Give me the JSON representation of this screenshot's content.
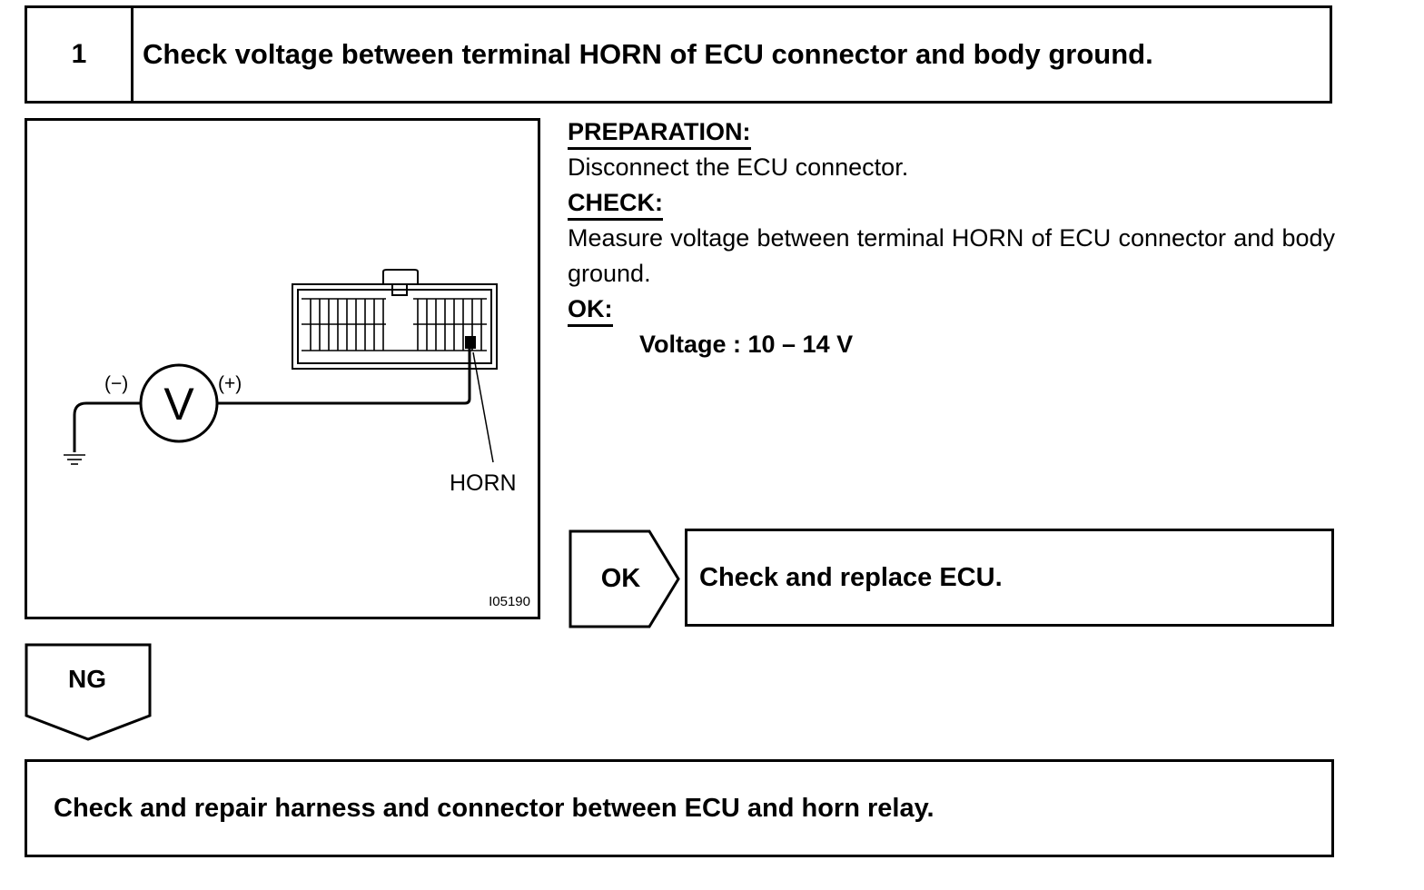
{
  "step": {
    "number": "1",
    "title": "Check voltage between terminal HORN of ECU connector and body ground."
  },
  "figure": {
    "meter_symbol": "V",
    "minus_label": "(−)",
    "plus_label": "(+)",
    "terminal_label": "HORN",
    "figure_code": "I05190",
    "icons": [
      "voltmeter-icon",
      "ground-icon",
      "ecu-connector-icon"
    ]
  },
  "procedure": {
    "preparation_heading": "PREPARATION:",
    "preparation_text": "Disconnect the ECU connector.",
    "check_heading": "CHECK:",
    "check_text": "Measure voltage between terminal HORN of ECU connector and body ground.",
    "ok_heading": "OK:",
    "ok_spec": "Voltage : 10 – 14 V"
  },
  "results": {
    "ok_label": "OK",
    "ok_action": "Check and replace ECU.",
    "ng_label": "NG",
    "ng_action": "Check and repair harness and connector between ECU and horn relay."
  }
}
